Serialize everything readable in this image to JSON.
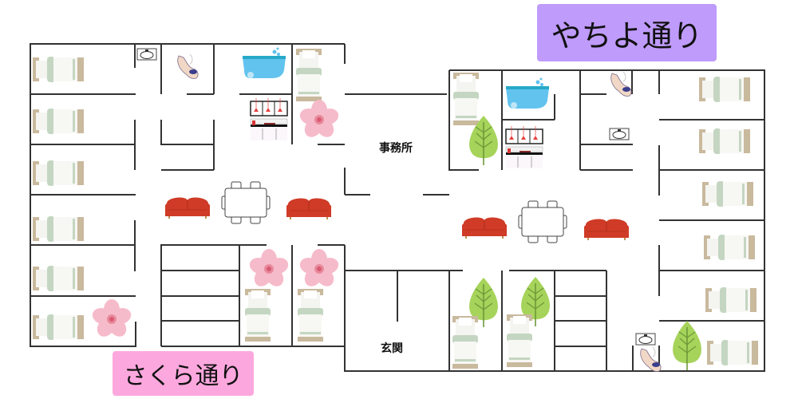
{
  "streets": [
    {
      "name": "やちよ通り",
      "color": "#bf9bfb"
    },
    {
      "name": "さくら通り",
      "color": "#fca8de"
    }
  ],
  "rooms": {
    "office": "事務所",
    "entrance": "玄関"
  },
  "colors": {
    "wall": "#333333",
    "sofa": "#cf3b26",
    "tree": "#a6d35a",
    "tree_vein": "#6d9a3a",
    "sakura": "#f6b8c8",
    "sakura_center": "#d85a72",
    "bath": "#62c3ef",
    "bed_frame": "#c9b99d",
    "bed_blanket": "#c4d6c1"
  },
  "icons": [
    "bed-icon",
    "sink-icon",
    "toilet-icon",
    "bathtub-icon",
    "kitchen-icon",
    "sakura-flower-icon",
    "tree-icon",
    "sofa-icon",
    "dining-table-icon"
  ]
}
